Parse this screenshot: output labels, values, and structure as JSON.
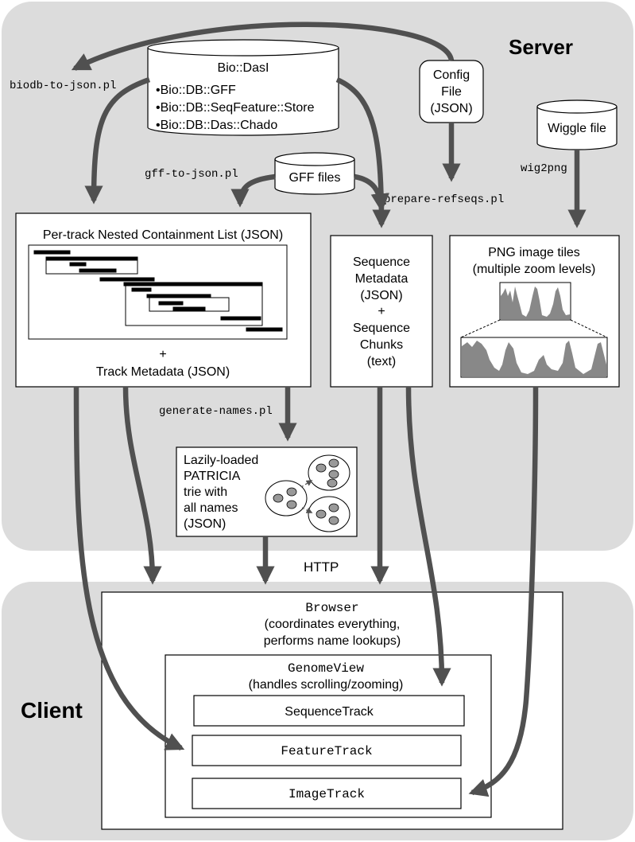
{
  "regions": {
    "server_label": "Server",
    "client_label": "Client"
  },
  "sources": {
    "biodas_title": "Bio::DasI",
    "biodas_items": [
      "•Bio::DB::GFF",
      "•Bio::DB::SeqFeature::Store",
      "•Bio::DB::Das::Chado"
    ],
    "config_lines": [
      "Config",
      "File",
      "(JSON)"
    ],
    "gff_files": "GFF files",
    "wiggle_file": "Wiggle file"
  },
  "scripts": {
    "biodb_to_json": "biodb-to-json.pl",
    "gff_to_json": "gff-to-json.pl",
    "prepare_refseqs": "prepare-refseqs.pl",
    "wig2png": "wig2png",
    "generate_names": "generate-names.pl",
    "http": "HTTP"
  },
  "outputs": {
    "nclist_title": "Per-track Nested Containment List (JSON)",
    "nclist_plus": "+",
    "track_metadata": "Track Metadata (JSON)",
    "sequence_lines": [
      "Sequence",
      "Metadata",
      "(JSON)",
      "+",
      "Sequence",
      "Chunks",
      "(text)"
    ],
    "png_lines": [
      "PNG image tiles",
      "(multiple zoom levels)"
    ],
    "trie_lines": [
      "Lazily-loaded",
      "PATRICIA",
      "trie with",
      "all names",
      "(JSON)"
    ]
  },
  "client": {
    "browser_name": "Browser",
    "browser_desc": [
      "(coordinates everything,",
      "performs name lookups)"
    ],
    "genomeview_name": "GenomeView",
    "genomeview_desc": "(handles scrolling/zooming)",
    "tracks": [
      "SequenceTrack",
      "FeatureTrack",
      "ImageTrack"
    ]
  },
  "colors": {
    "region_bg": "#dcdcdc",
    "arrow": "#505050",
    "box_fill": "#ffffff",
    "wiggle_fill": "#888888"
  }
}
